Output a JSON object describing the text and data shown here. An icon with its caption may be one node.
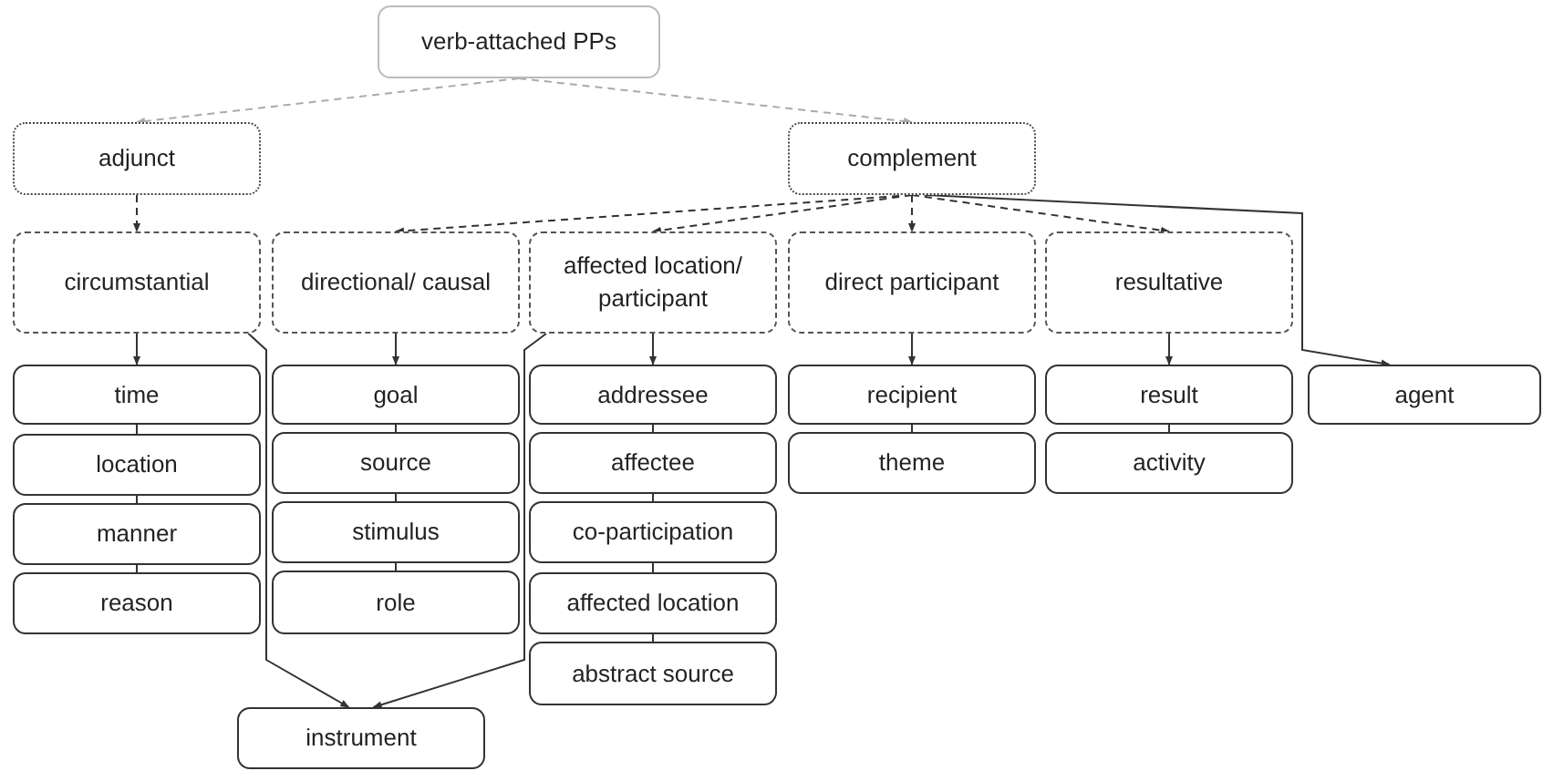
{
  "diagram": {
    "nodes": [
      {
        "text": [
          "verb-attached PPs"
        ]
      },
      {
        "text": [
          "adjunct"
        ]
      },
      {
        "text": [
          "complement"
        ]
      },
      {
        "text": [
          "circumstantial"
        ]
      },
      {
        "text": [
          "directional/ causal"
        ]
      },
      {
        "text": [
          "affected location/ participant"
        ]
      },
      {
        "text": [
          "direct participant"
        ]
      },
      {
        "text": [
          "resultative"
        ]
      },
      {
        "text": [
          "time"
        ]
      },
      {
        "text": [
          "location"
        ]
      },
      {
        "text": [
          "manner"
        ]
      },
      {
        "text": [
          "reason"
        ]
      },
      {
        "text": [
          "goal"
        ]
      },
      {
        "text": [
          "source"
        ]
      },
      {
        "text": [
          "stimulus"
        ]
      },
      {
        "text": [
          "role"
        ]
      },
      {
        "text": [
          "addressee"
        ]
      },
      {
        "text": [
          "affectee"
        ]
      },
      {
        "text": [
          "co-participation"
        ]
      },
      {
        "text": [
          "affected location"
        ]
      },
      {
        "text": [
          "abstract source"
        ]
      },
      {
        "text": [
          "recipient"
        ]
      },
      {
        "text": [
          "theme"
        ]
      },
      {
        "text": [
          "result"
        ]
      },
      {
        "text": [
          "activity"
        ]
      },
      {
        "text": [
          "agent"
        ]
      },
      {
        "text": [
          "instrument"
        ]
      }
    ],
    "edges": [
      {
        "from": 0,
        "to": 1,
        "arrow": "to",
        "style": "dashed",
        "color": "#aaaaaa"
      },
      {
        "from": 0,
        "to": 2,
        "arrow": "to",
        "style": "dashed",
        "color": "#aaaaaa"
      },
      {
        "from": 1,
        "to": 3,
        "arrow": "to",
        "style": "dashed"
      },
      {
        "from": 2,
        "to": 4,
        "arrow": "to",
        "style": "dashed"
      },
      {
        "from": 2,
        "to": 5,
        "arrow": "to",
        "style": "dashed"
      },
      {
        "from": 2,
        "to": 6,
        "arrow": "to",
        "style": "dashed"
      },
      {
        "from": 2,
        "to": 7,
        "arrow": "to",
        "style": "dashed"
      },
      {
        "from": 2,
        "to": 25,
        "arrow": "to"
      },
      {
        "from": 3,
        "to": 8,
        "arrow": "to"
      },
      {
        "from": 8,
        "to": 9,
        "arrow": "none"
      },
      {
        "from": 9,
        "to": 10,
        "arrow": "none"
      },
      {
        "from": 10,
        "to": 11,
        "arrow": "none"
      },
      {
        "from": 4,
        "to": 12,
        "arrow": "to"
      },
      {
        "from": 12,
        "to": 13,
        "arrow": "none"
      },
      {
        "from": 13,
        "to": 14,
        "arrow": "none"
      },
      {
        "from": 14,
        "to": 15,
        "arrow": "none"
      },
      {
        "from": 5,
        "to": 16,
        "arrow": "to"
      },
      {
        "from": 16,
        "to": 17,
        "arrow": "none"
      },
      {
        "from": 17,
        "to": 18,
        "arrow": "none"
      },
      {
        "from": 18,
        "to": 19,
        "arrow": "none"
      },
      {
        "from": 19,
        "to": 20,
        "arrow": "none"
      },
      {
        "from": 6,
        "to": 21,
        "arrow": "to"
      },
      {
        "from": 21,
        "to": 22,
        "arrow": "none"
      },
      {
        "from": 7,
        "to": 23,
        "arrow": "to"
      },
      {
        "from": 23,
        "to": 24,
        "arrow": "none"
      },
      {
        "from": 3,
        "to": 26,
        "arrow": "to"
      },
      {
        "from": 5,
        "to": 26,
        "arrow": "to"
      }
    ]
  }
}
